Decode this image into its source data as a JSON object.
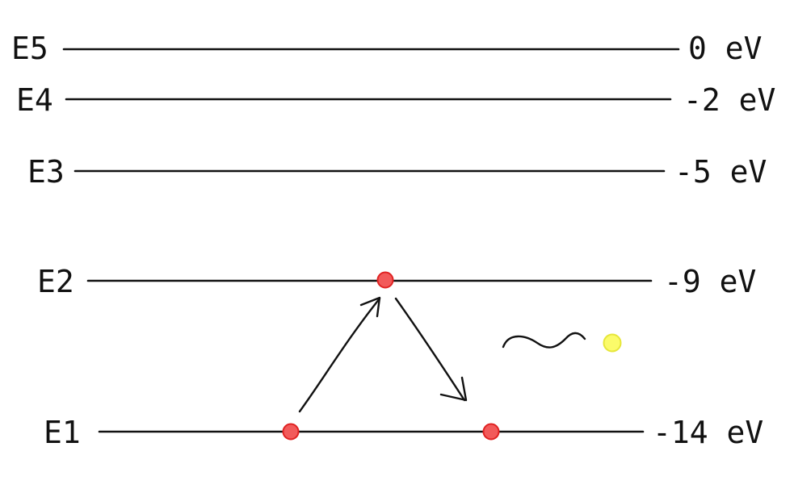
{
  "levels": [
    {
      "name": "E5",
      "energy": "0 eV"
    },
    {
      "name": "E4",
      "energy": "-2 eV"
    },
    {
      "name": "E3",
      "energy": "-5 eV"
    },
    {
      "name": "E2",
      "energy": "-9 eV"
    },
    {
      "name": "E1",
      "energy": "-14 eV"
    }
  ],
  "colors": {
    "electron_fill": "#f25a5a",
    "electron_stroke": "#e02222",
    "photon_fill": "#fbfb6a",
    "photon_stroke": "#e6e63a",
    "line": "#111111"
  }
}
